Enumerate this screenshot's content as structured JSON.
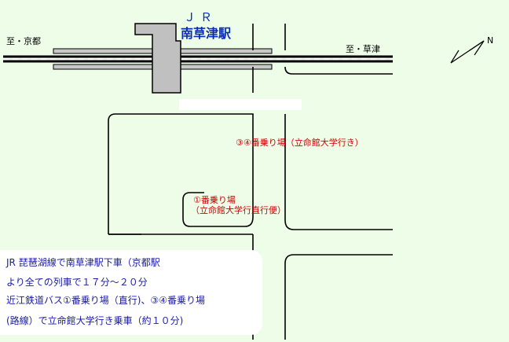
{
  "map": {
    "station": {
      "line": "ＪＲ",
      "name": "南草津駅"
    },
    "directions": {
      "west": "至・京都",
      "east": "至・草津"
    },
    "north_label": "N",
    "bus_stops": {
      "stop34": "③④番乗り場（立命館大学行き）",
      "stop1_title": "①番乗り場",
      "stop1_detail": "（立命館大学行直行便）"
    },
    "info_lines": [
      "JR 琵琶湖線で南草津駅下車（京都駅",
      "より全ての列車で１７分～２０分",
      "近江鉄道バス①番乗り場（直行)、③④番乗り場",
      "(路線）で立命館大学行き乗車（約１０分)"
    ],
    "colors": {
      "background": "#eefde8",
      "station_text": "#0a2db8",
      "stop_text": "#d00000",
      "info_text": "#1a1aa8",
      "building": "#c0c0c0"
    }
  }
}
